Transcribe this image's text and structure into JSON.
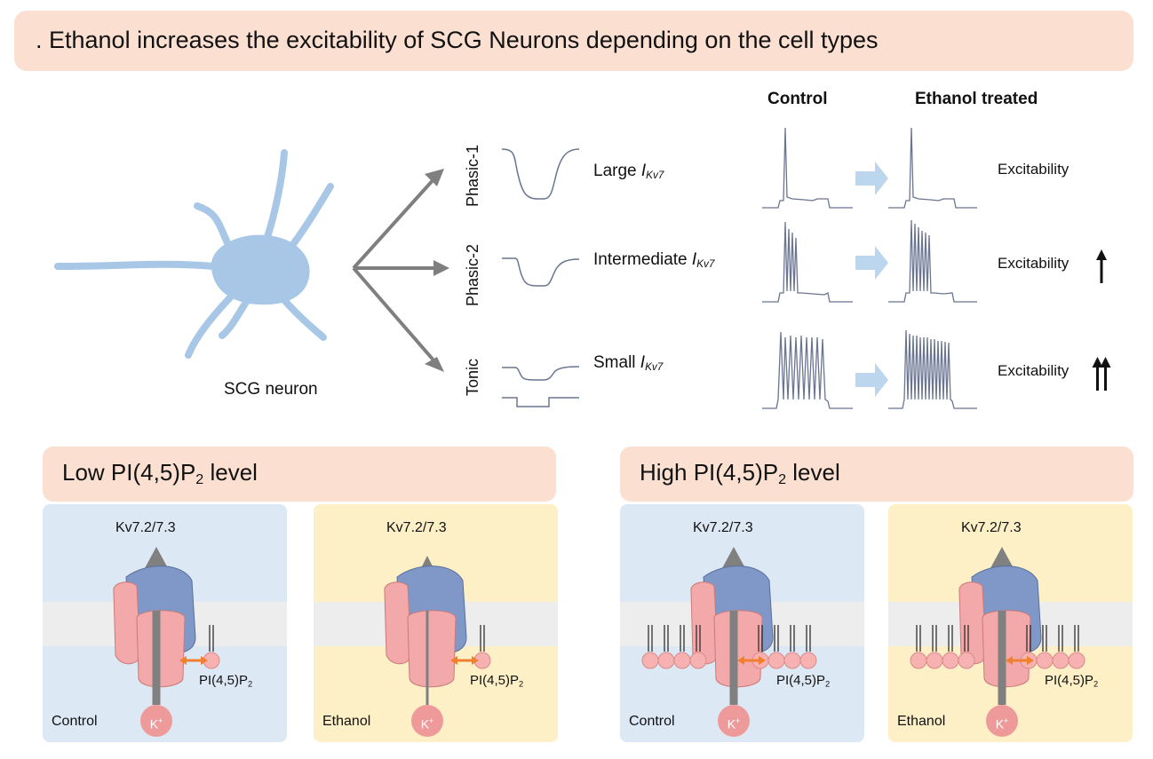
{
  "title": ". Ethanol increases the excitability of SCG Neurons depending on the cell types",
  "neuron_label": "SCG neuron",
  "columns": {
    "control": "Control",
    "ethanol": "Ethanol treated"
  },
  "rows": [
    {
      "name": "Phasic-1",
      "current_prefix": "Large ",
      "excitability": "Excitability",
      "arrows": 0
    },
    {
      "name": "Phasic-2",
      "current_prefix": "Intermediate ",
      "excitability": "Excitability",
      "arrows": 1
    },
    {
      "name": "Tonic",
      "current_prefix": "Small ",
      "excitability": "Excitability",
      "arrows": 2
    }
  ],
  "current_symbol": {
    "main": "I",
    "sub": "Kv7"
  },
  "sections": [
    {
      "prefix": "Low PI(4,5)P",
      "sub": "2",
      "suffix": " level"
    },
    {
      "prefix": "High PI(4,5)P",
      "sub": "2",
      "suffix": " level"
    }
  ],
  "panels": [
    {
      "condition": "Control",
      "channel": "Kv7.2/7.3",
      "pip": "PI(4,5)P",
      "pip_sub": "2",
      "ion": "K",
      "ion_sup": "+"
    },
    {
      "condition": "Ethanol",
      "channel": "Kv7.2/7.3",
      "pip": "PI(4,5)P",
      "pip_sub": "2",
      "ion": "K",
      "ion_sup": "+"
    },
    {
      "condition": "Control",
      "channel": "Kv7.2/7.3",
      "pip": "PI(4,5)P",
      "pip_sub": "2",
      "ion": "K",
      "ion_sup": "+"
    },
    {
      "condition": "Ethanol",
      "channel": "Kv7.2/7.3",
      "pip": "PI(4,5)P",
      "pip_sub": "2",
      "ion": "K",
      "ion_sup": "+"
    }
  ],
  "colors": {
    "title_bg": "#fbe0d2",
    "control_bg": "#dde8f5",
    "ethanol_bg": "#fdf0c6",
    "membrane": "#ededed",
    "neuron": "#a8c7e6",
    "arrow_gray": "#7f7f7f",
    "trace": "#6a7592",
    "pale_arrow": "#bcd6ee",
    "channel_pink": "#f3a9a9",
    "channel_blue": "#7f98c8",
    "pip_pink": "#f7b1b1",
    "orange": "#f08030",
    "ion_pink": "#ee9a9a"
  }
}
